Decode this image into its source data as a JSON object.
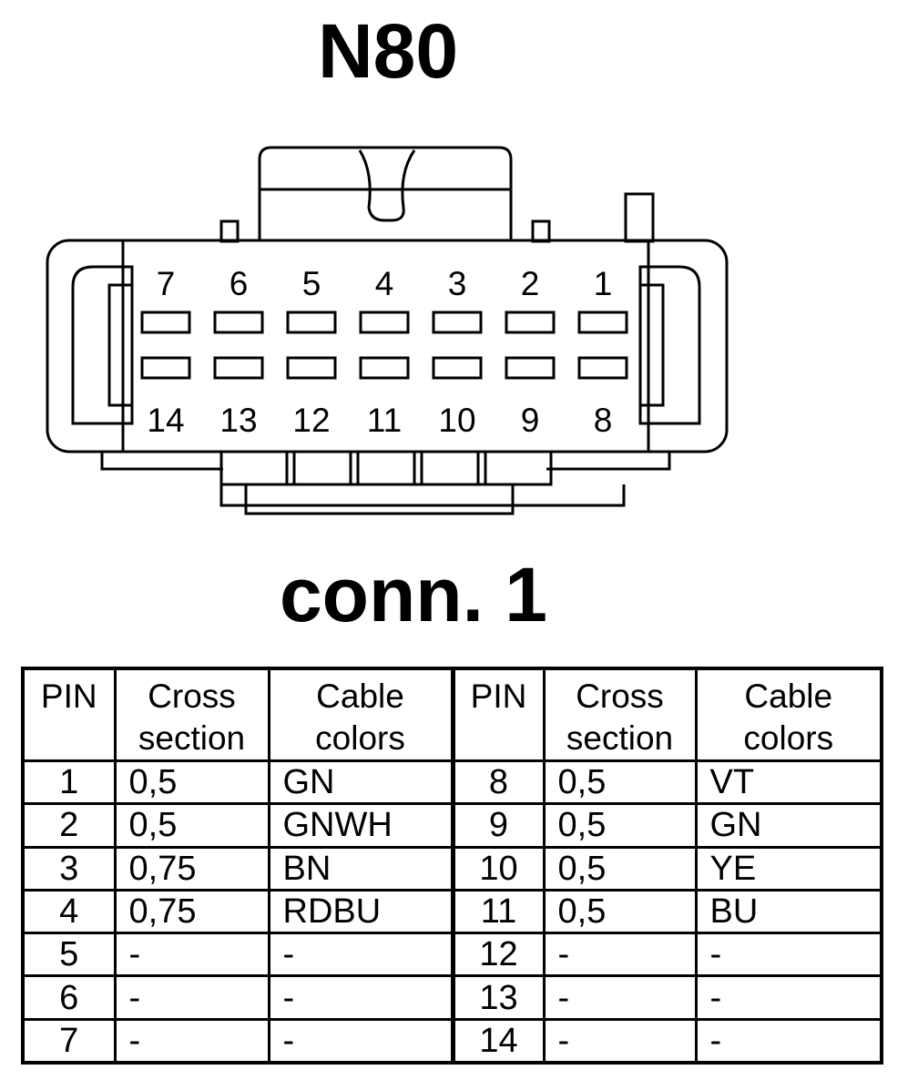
{
  "device": "N80",
  "connector_name": "conn. 1",
  "top_pins": [
    "7",
    "6",
    "5",
    "4",
    "3",
    "2",
    "1"
  ],
  "bottom_pins": [
    "14",
    "13",
    "12",
    "11",
    "10",
    "9",
    "8"
  ],
  "table": {
    "headers": {
      "pin": "PIN",
      "cross_line1": "Cross",
      "cross_line2": "section",
      "cable_line1": "Cable",
      "cable_line2": "colors"
    },
    "rows": [
      {
        "pin_a": "1",
        "cs_a": "0,5",
        "col_a": "GN",
        "pin_b": "8",
        "cs_b": "0,5",
        "col_b": "VT"
      },
      {
        "pin_a": "2",
        "cs_a": "0,5",
        "col_a": "GNWH",
        "pin_b": "9",
        "cs_b": "0,5",
        "col_b": "GN"
      },
      {
        "pin_a": "3",
        "cs_a": "0,75",
        "col_a": "BN",
        "pin_b": "10",
        "cs_b": "0,5",
        "col_b": "YE"
      },
      {
        "pin_a": "4",
        "cs_a": "0,75",
        "col_a": "RDBU",
        "pin_b": "11",
        "cs_b": "0,5",
        "col_b": "BU"
      },
      {
        "pin_a": "5",
        "cs_a": "-",
        "col_a": "-",
        "pin_b": "12",
        "cs_b": "-",
        "col_b": "-"
      },
      {
        "pin_a": "6",
        "cs_a": "-",
        "col_a": "-",
        "pin_b": "13",
        "cs_b": "-",
        "col_b": "-"
      },
      {
        "pin_a": "7",
        "cs_a": "-",
        "col_a": "-",
        "pin_b": "14",
        "cs_b": "-",
        "col_b": "-"
      }
    ]
  }
}
